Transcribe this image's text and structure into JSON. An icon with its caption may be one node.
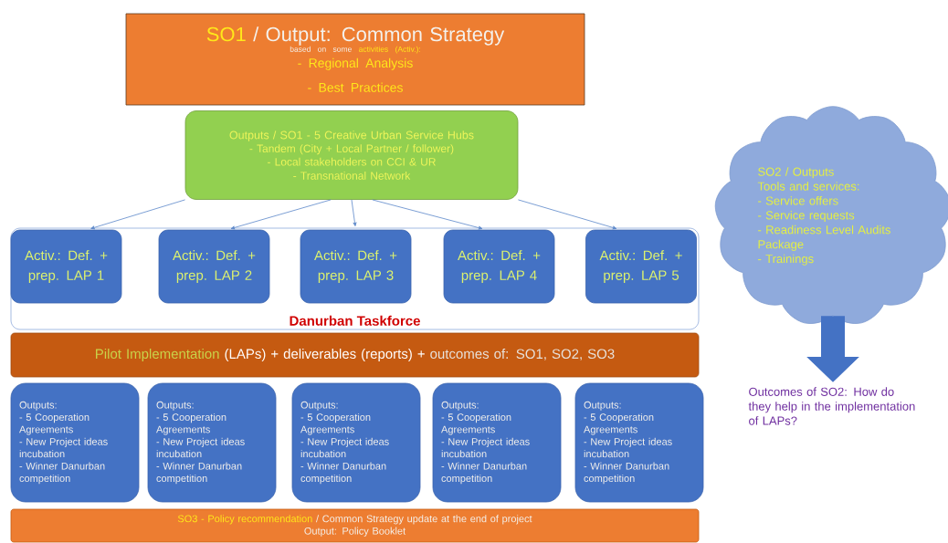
{
  "diagram": {
    "nodes": [
      {
        "text": [
          "SO1",
          "/ Output: Common Strategy",
          "based on some",
          "activities (Activ.):",
          "- Regional Analysis",
          "- Best Practices"
        ]
      },
      {
        "text": [
          "Outputs / SO1 - 5 Creative Urban Service Hubs",
          "- Tandem (City + Local Partner / follower)",
          "- Local stakeholders on CCI & UR",
          "- Transnational Network"
        ]
      },
      {
        "text": [
          "Danurban Taskforce"
        ]
      },
      {
        "text": [
          "Activ.: Def. + prep. LAP 1"
        ],
        "in": 2
      },
      {
        "text": [
          "Activ.: Def. + prep. LAP 2"
        ],
        "in": 2
      },
      {
        "text": [
          "Activ.: Def. + prep. LAP 3"
        ],
        "in": 2
      },
      {
        "text": [
          "Activ.: Def. + prep. LAP 4"
        ],
        "in": 2
      },
      {
        "text": [
          "Activ.: Def. + prep. LAP 5"
        ],
        "in": 2
      },
      {
        "text": [
          "Pilot Implementation",
          "(LAPs) + deliverables (reports) +",
          "outcomes of: SO1, SO2, SO3"
        ]
      },
      {
        "text": [
          "Outputs:",
          "- 5 Cooperation Agreements",
          "- New Project ideas incubation",
          "- Winner Danurban competition"
        ]
      },
      {
        "text": [
          "Outputs:",
          "- 5 Cooperation Agreements",
          "- New Project ideas incubation",
          "- Winner Danurban competition"
        ]
      },
      {
        "text": [
          "Outputs:",
          "- 5 Cooperation Agreements",
          "- New Project ideas incubation",
          "- Winner Danurban competition"
        ]
      },
      {
        "text": [
          "Outputs:",
          "- 5 Cooperation Agreements",
          "- New Project ideas incubation",
          "- Winner Danurban competition"
        ]
      },
      {
        "text": [
          "Outputs:",
          "- 5 Cooperation Agreements",
          "- New Project ideas incubation",
          "- Winner Danurban competition"
        ]
      },
      {
        "text": [
          "SO3 - Policy recommendation",
          "/ Common Strategy update at the end of project",
          "Output: Policy Booklet"
        ]
      },
      {
        "text": [
          "SO2 / Outputs",
          "Tools and services:",
          "- Service offers",
          "- Service requests",
          "- Readiness Level Audits Package",
          "- Trainings"
        ]
      },
      {
        "text": [
          "Outcomes of SO2: How do they help in the implementation of LAPs?"
        ]
      }
    ],
    "edges": [
      {
        "from": 1,
        "to": 3,
        "arrow": "to"
      },
      {
        "from": 1,
        "to": 4,
        "arrow": "to"
      },
      {
        "from": 1,
        "to": 5,
        "arrow": "to"
      },
      {
        "from": 1,
        "to": 6,
        "arrow": "to"
      },
      {
        "from": 1,
        "to": 7,
        "arrow": "to"
      },
      {
        "from": 15,
        "to": 16,
        "arrow": "to",
        "style": "thick",
        "color": "#4472c4"
      }
    ]
  }
}
